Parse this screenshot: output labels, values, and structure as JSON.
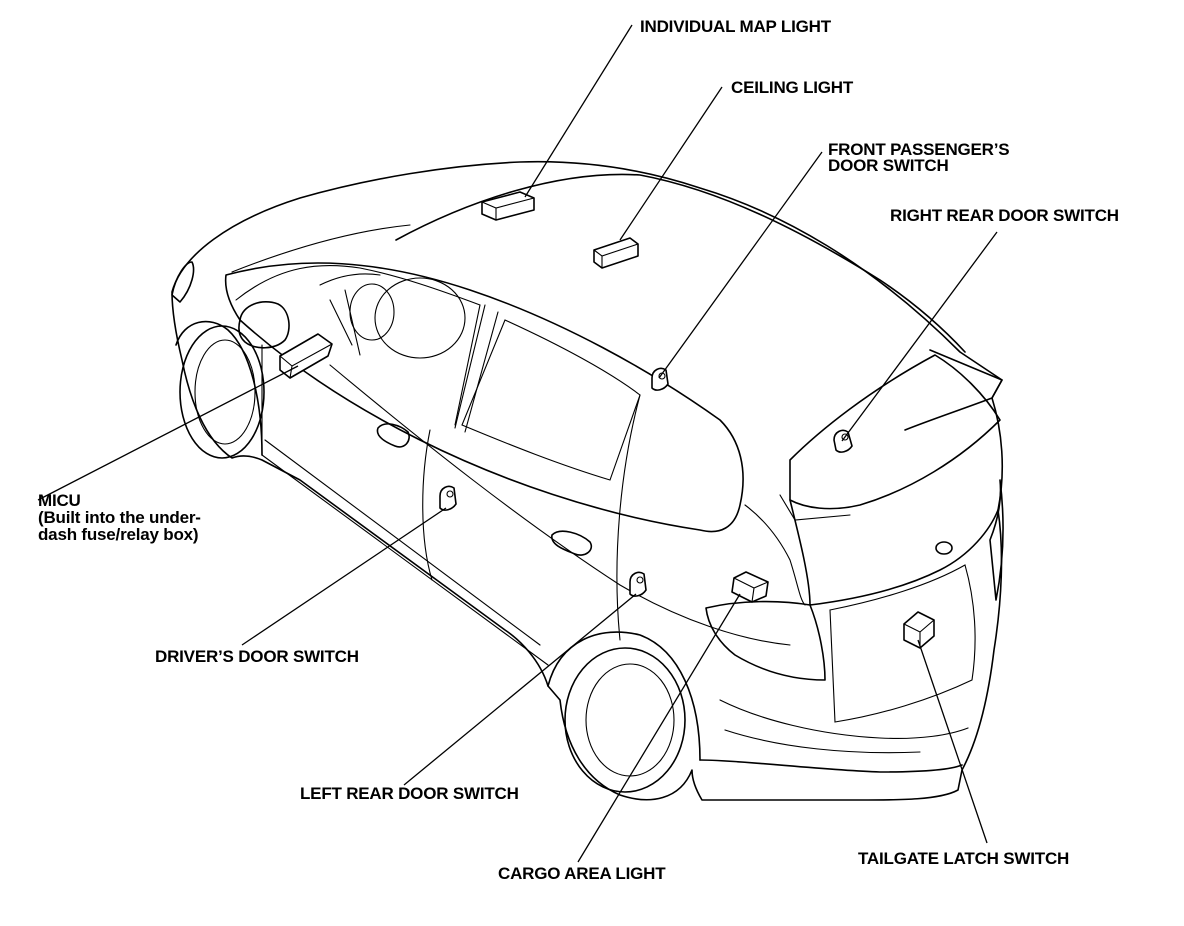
{
  "colors": {
    "ink": "#000000",
    "paper": "#ffffff"
  },
  "labels": {
    "individual_map_light": "INDIVIDUAL MAP LIGHT",
    "ceiling_light": "CEILING LIGHT",
    "front_passenger_door_switch_line1": "FRONT PASSENGER’S",
    "front_passenger_door_switch_line2": "DOOR SWITCH",
    "right_rear_door_switch": "RIGHT REAR DOOR SWITCH",
    "micu_line1": "MICU",
    "micu_line2": "(Built into the under-",
    "micu_line3": "dash fuse/relay box)",
    "drivers_door_switch": "DRIVER’S DOOR SWITCH",
    "left_rear_door_switch": "LEFT REAR DOOR SWITCH",
    "cargo_area_light": "CARGO AREA LIGHT",
    "tailgate_latch_switch": "TAILGATE LATCH SWITCH"
  }
}
